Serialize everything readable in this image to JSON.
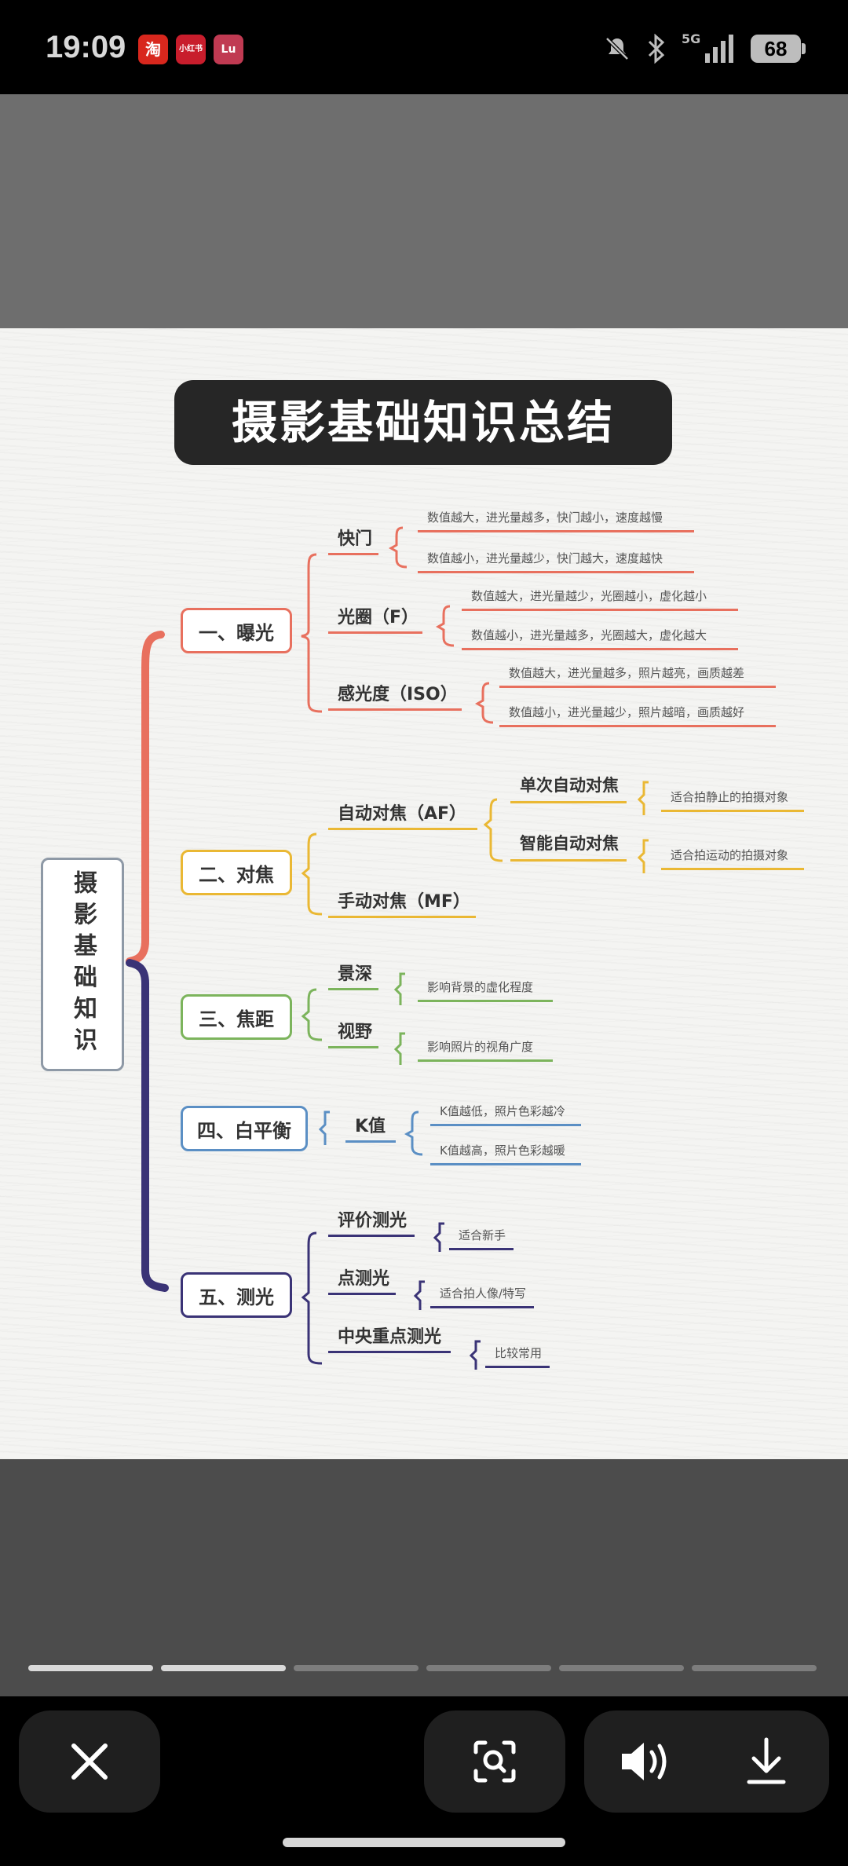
{
  "status_bar": {
    "time": "19:09",
    "apps": [
      "淘",
      "小红书",
      "Lu"
    ],
    "network": "5G",
    "battery": "68",
    "icons": [
      "mute-icon",
      "bluetooth-icon",
      "signal-icon",
      "battery-icon"
    ]
  },
  "mindmap": {
    "title": "摄影基础知识总结",
    "root": "摄影基础知识",
    "colors": {
      "exposure": "#e8705e",
      "focus": "#eab834",
      "focal": "#7cb45c",
      "wb": "#5b8fc4",
      "metering": "#3a3376"
    },
    "categories": [
      {
        "label": "一、曝光",
        "branches": [
          {
            "label": "快门",
            "details": [
              "数值越大，进光量越多，快门越小，速度越慢",
              "数值越小，进光量越少，快门越大，速度越快"
            ]
          },
          {
            "label": "光圈（F）",
            "details": [
              "数值越大，进光量越少，光圈越小，虚化越小",
              "数值越小，进光量越多，光圈越大，虚化越大"
            ]
          },
          {
            "label": "感光度（ISO）",
            "details": [
              "数值越大，进光量越多，照片越亮，画质越差",
              "数值越小，进光量越少，照片越暗，画质越好"
            ]
          }
        ]
      },
      {
        "label": "二、对焦",
        "branches": [
          {
            "label": "自动对焦（AF）",
            "subs": [
              {
                "label": "单次自动对焦",
                "detail": "适合拍静止的拍摄对象"
              },
              {
                "label": "智能自动对焦",
                "detail": "适合拍运动的拍摄对象"
              }
            ]
          },
          {
            "label": "手动对焦（MF）"
          }
        ]
      },
      {
        "label": "三、焦距",
        "branches": [
          {
            "label": "景深",
            "details": [
              "影响背景的虚化程度"
            ]
          },
          {
            "label": "视野",
            "details": [
              "影响照片的视角广度"
            ]
          }
        ]
      },
      {
        "label": "四、白平衡",
        "branches": [
          {
            "label": "K值",
            "details": [
              "K值越低，照片色彩越冷",
              "K值越高，照片色彩越暖"
            ]
          }
        ]
      },
      {
        "label": "五、测光",
        "branches": [
          {
            "label": "评价测光",
            "details": [
              "适合新手"
            ]
          },
          {
            "label": "点测光",
            "details": [
              "适合拍人像/特写"
            ]
          },
          {
            "label": "中央重点测光",
            "details": [
              "比较常用"
            ]
          }
        ]
      }
    ]
  },
  "viewer": {
    "pages_total": 6,
    "pages_viewed": 2,
    "buttons": [
      "close-icon",
      "scan-icon",
      "volume-icon",
      "download-icon"
    ]
  }
}
